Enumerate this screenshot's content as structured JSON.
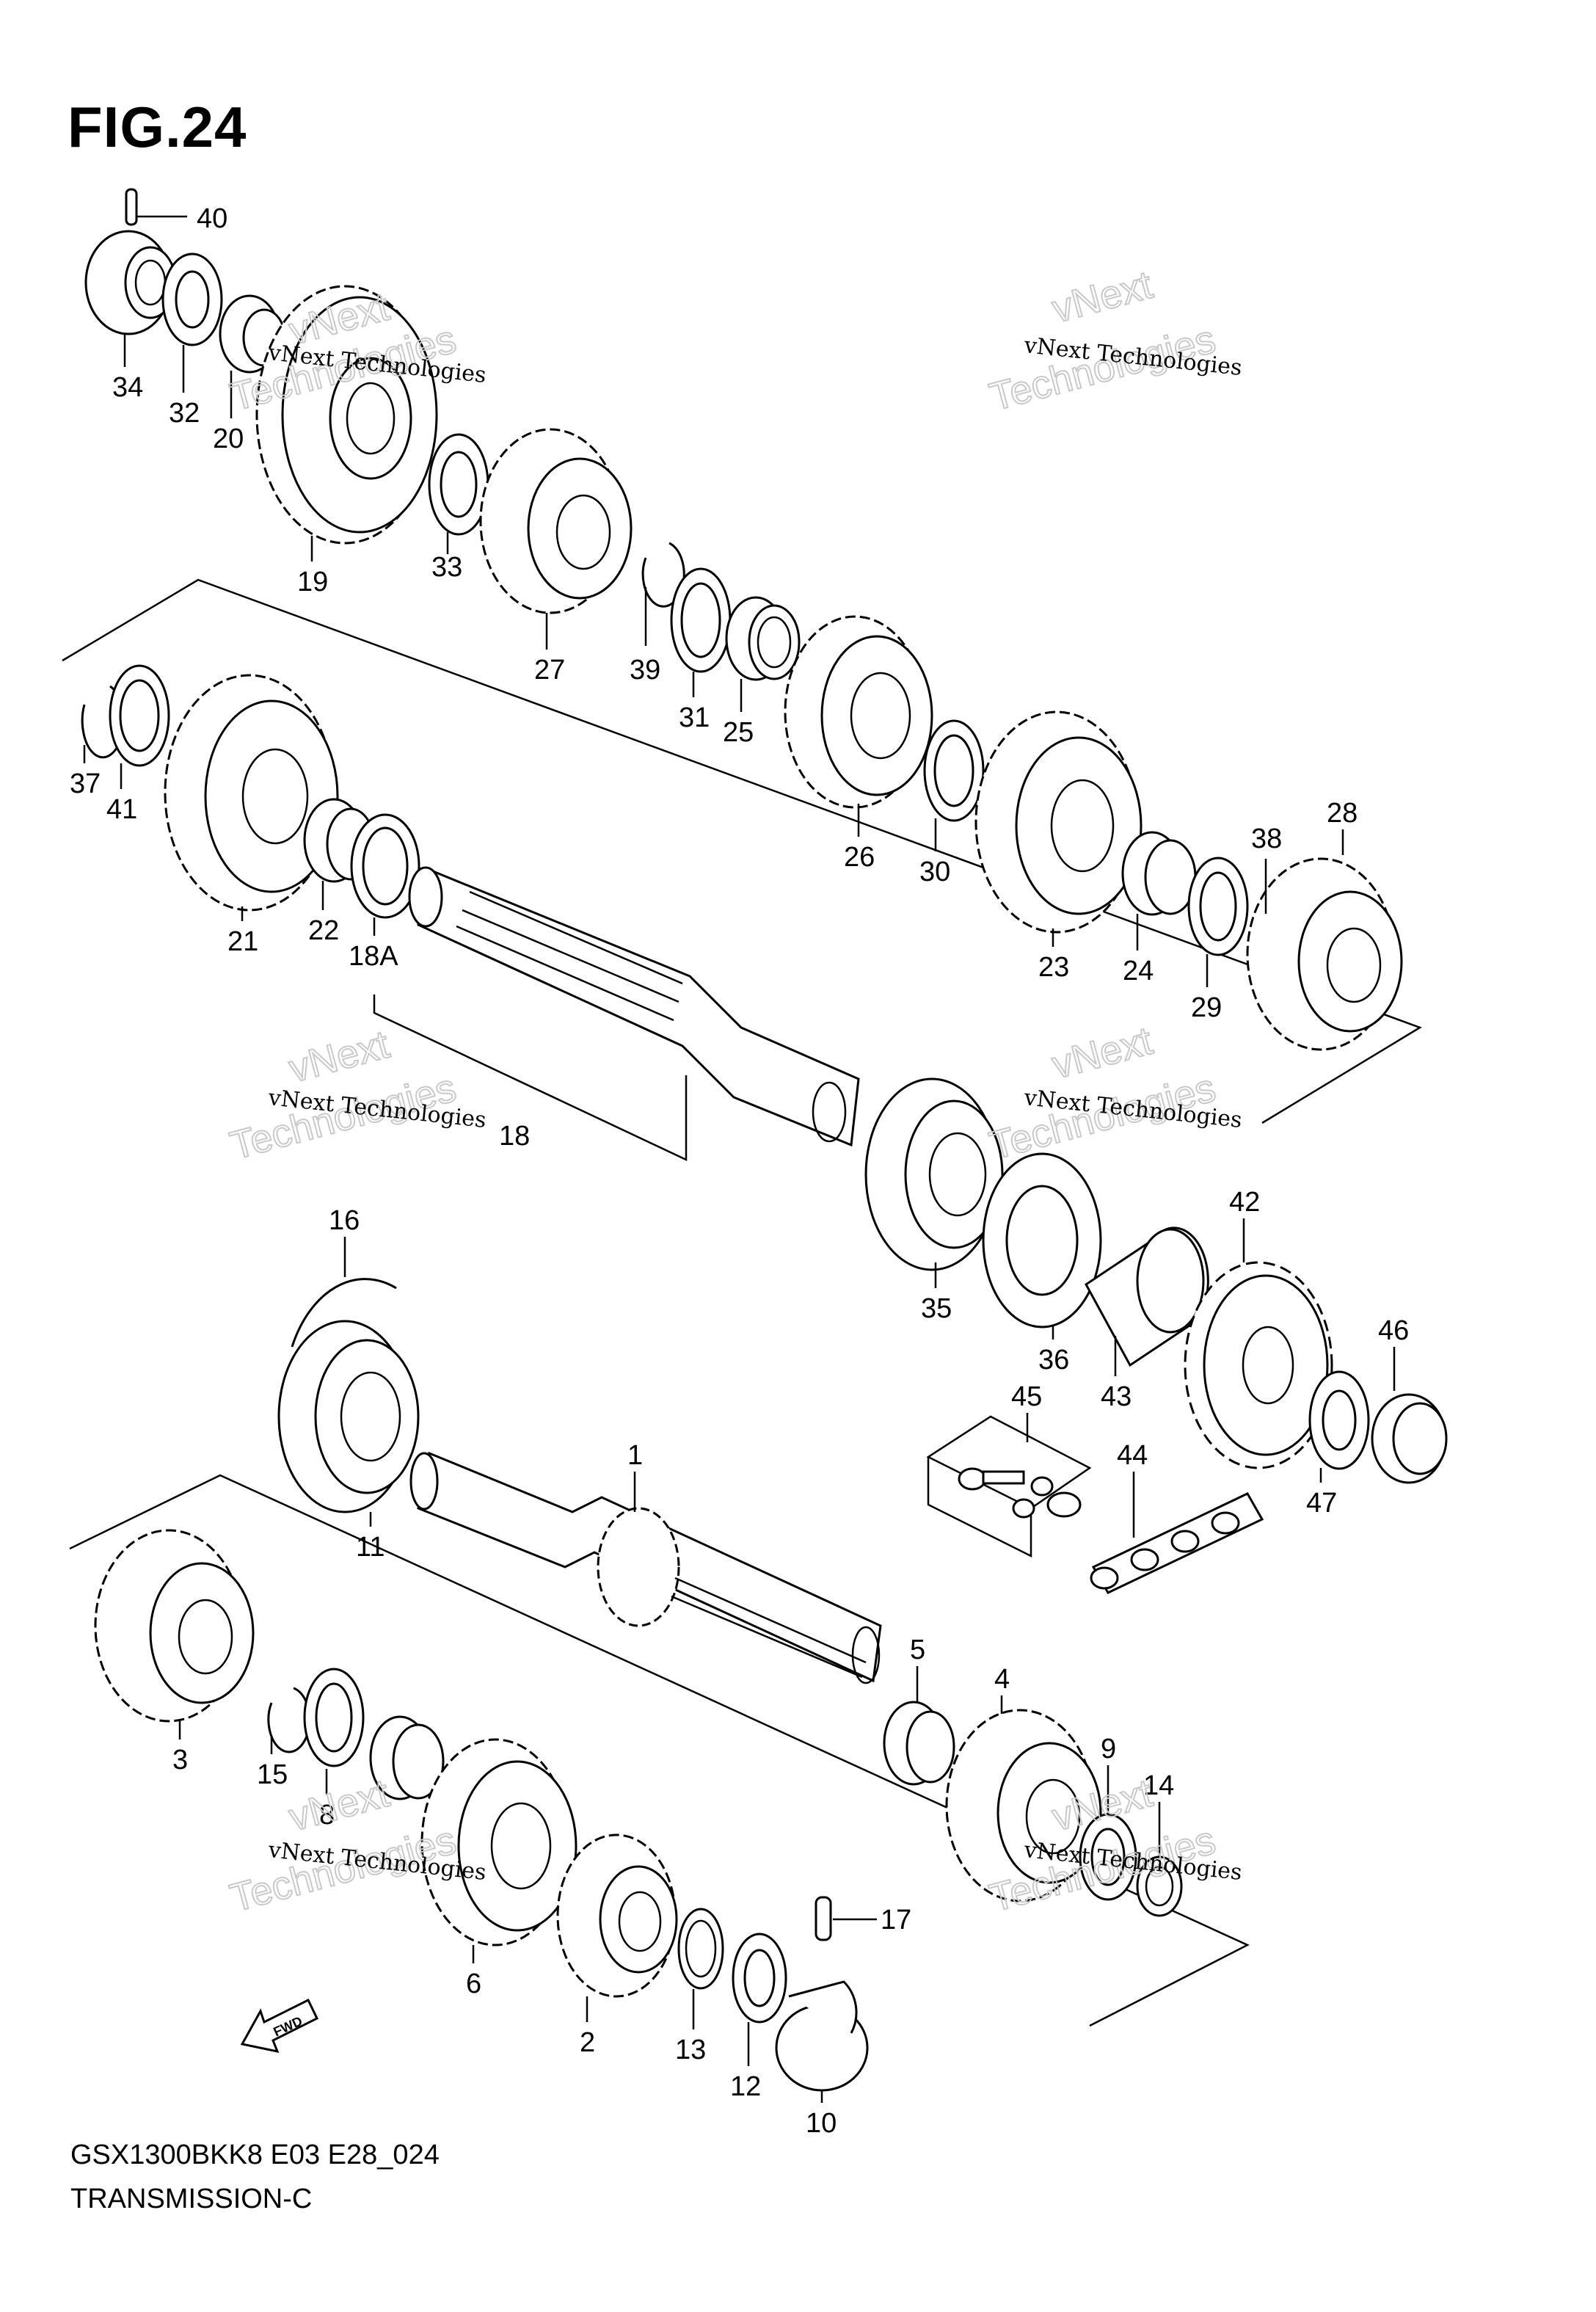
{
  "figure": {
    "title": "FIG.24",
    "model_code": "GSX1300BKK8 E03 E28_024",
    "section_name": "TRANSMISSION-C"
  },
  "direction_marker": {
    "label": "FWD",
    "icon": "fwd-arrow-icon"
  },
  "watermark": {
    "line1": "vNext Technologies",
    "line2_part1": "vNext",
    "line2_part2": "Technologies"
  },
  "callouts": {
    "p1": "1",
    "p2": "2",
    "p3": "3",
    "p4": "4",
    "p5": "5",
    "p6": "6",
    "p8": "8",
    "p9": "9",
    "p10": "10",
    "p11": "11",
    "p12": "12",
    "p13": "13",
    "p14": "14",
    "p15": "15",
    "p16": "16",
    "p17": "17",
    "p18": "18",
    "p18a": "18A",
    "p19": "19",
    "p20": "20",
    "p21": "21",
    "p22": "22",
    "p23": "23",
    "p24": "24",
    "p25": "25",
    "p26": "26",
    "p27": "27",
    "p28": "28",
    "p29": "29",
    "p30": "30",
    "p31": "31",
    "p32": "32",
    "p33": "33",
    "p34": "34",
    "p35": "35",
    "p36": "36",
    "p37": "37",
    "p38": "38",
    "p39": "39",
    "p40": "40",
    "p41": "41",
    "p42": "42",
    "p43": "43",
    "p44": "44",
    "p45": "45",
    "p46": "46",
    "p47": "47"
  }
}
